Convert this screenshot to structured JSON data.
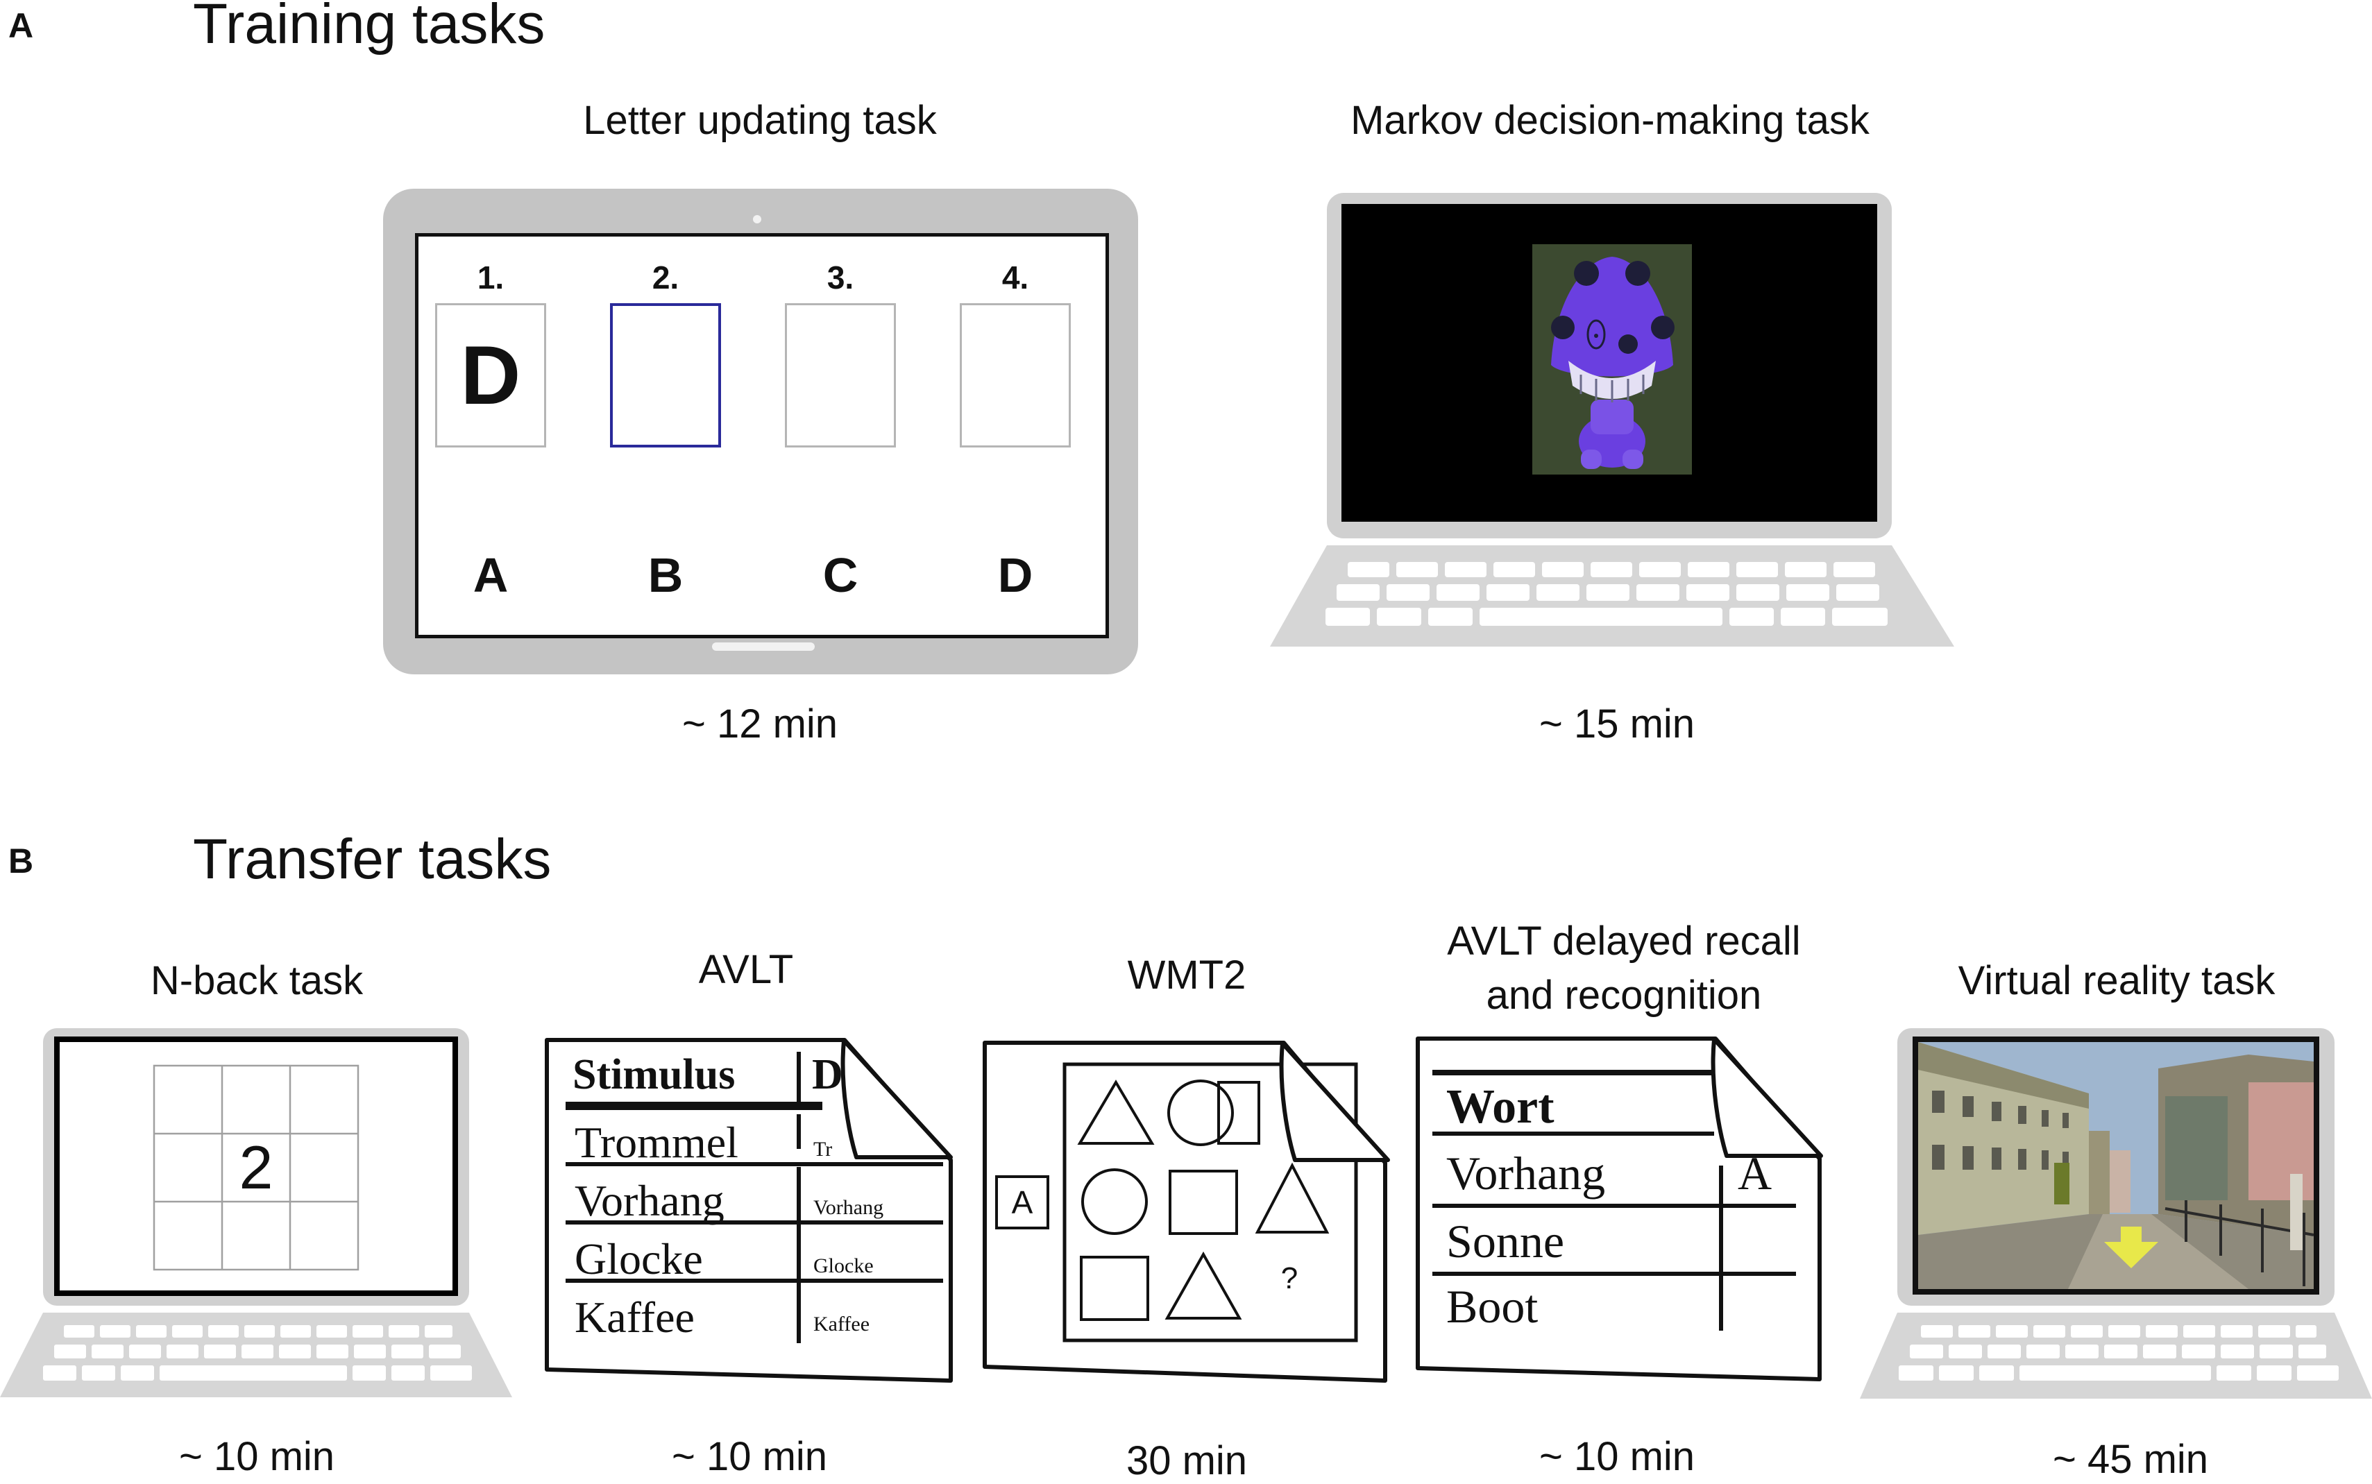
{
  "panel_a": {
    "letter": "A",
    "title": "Training tasks",
    "tasks": [
      {
        "title": "Letter updating task",
        "duration": "~ 12 min",
        "slots": [
          {
            "number": "1.",
            "content": "D",
            "key": "A"
          },
          {
            "number": "2.",
            "content": "",
            "key": "B"
          },
          {
            "number": "3.",
            "content": "",
            "key": "C"
          },
          {
            "number": "4.",
            "content": "",
            "key": "D"
          }
        ]
      },
      {
        "title": "Markov decision-making task",
        "duration": "~ 15 min"
      }
    ]
  },
  "panel_b": {
    "letter": "B",
    "title": "Transfer tasks",
    "tasks": [
      {
        "title": "N-back task",
        "duration": "~ 10 min",
        "grid_digit": "2"
      },
      {
        "title": "AVLT",
        "duration": "~ 10 min",
        "sheet": {
          "header": "Stimulus",
          "header_cut": "D",
          "words": [
            "Trommel",
            "Vorhang",
            "Glocke",
            "Kaffee"
          ],
          "small_words": [
            "Tr",
            "Vorhang",
            "Glocke",
            "Kaffee"
          ]
        }
      },
      {
        "title": "WMT2",
        "duration": "30 min",
        "sample": "A",
        "missing": "?"
      },
      {
        "title": "AVLT delayed recall and recognition",
        "duration": "~ 10 min",
        "sheet": {
          "header": "Wort",
          "words": [
            "Vorhang",
            "Sonne",
            "Boot"
          ],
          "mark": "A"
        }
      },
      {
        "title": "Virtual reality task",
        "duration": "~ 45 min"
      }
    ]
  },
  "colors": {
    "device_gray": "#c8c8c8",
    "keyboard_gray": "#d9d9d9",
    "slot_blue": "#2a2a9a",
    "mushroom_purple": "#6a3fe0"
  }
}
